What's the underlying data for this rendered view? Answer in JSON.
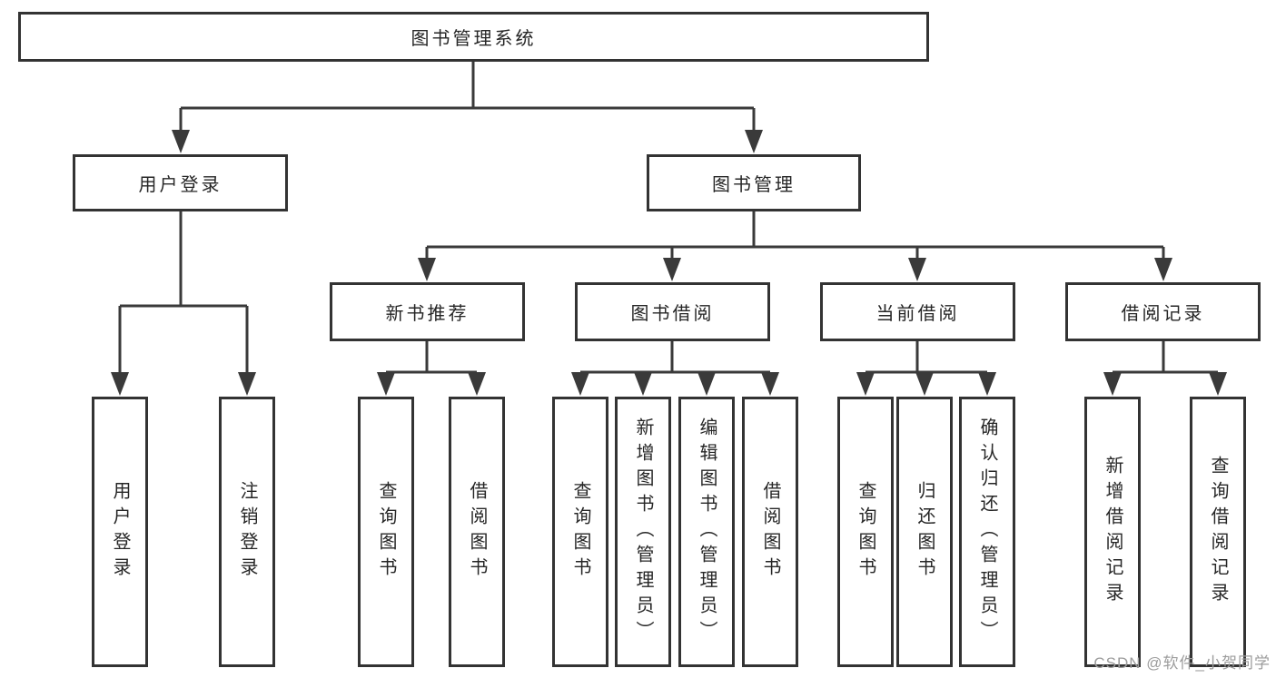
{
  "diagram": {
    "root": {
      "label": "图书管理系统"
    },
    "user_login": {
      "label": "用户登录",
      "children": [
        {
          "label": "用户登录"
        },
        {
          "label": "注销登录"
        }
      ]
    },
    "book_mgmt": {
      "label": "图书管理",
      "children": [
        {
          "label": "新书推荐",
          "children": [
            {
              "label": "查询图书"
            },
            {
              "label": "借阅图书"
            }
          ]
        },
        {
          "label": "图书借阅",
          "children": [
            {
              "label": "查询图书"
            },
            {
              "label": "新增图书（管理员）"
            },
            {
              "label": "编辑图书（管理员）"
            },
            {
              "label": "借阅图书"
            }
          ]
        },
        {
          "label": "当前借阅",
          "children": [
            {
              "label": "查询图书"
            },
            {
              "label": "归还图书"
            },
            {
              "label": "确认归还（管理员）"
            }
          ]
        },
        {
          "label": "借阅记录",
          "children": [
            {
              "label": "新增借阅记录"
            },
            {
              "label": "查询借阅记录"
            }
          ]
        }
      ]
    },
    "watermark": {
      "text": "CSDN @软件_小贺同学"
    },
    "colors": {
      "line": "#3a3a3a",
      "border": "#333333",
      "text": "#262626",
      "watermark": "#9c9c9c",
      "background": "#ffffff"
    }
  }
}
